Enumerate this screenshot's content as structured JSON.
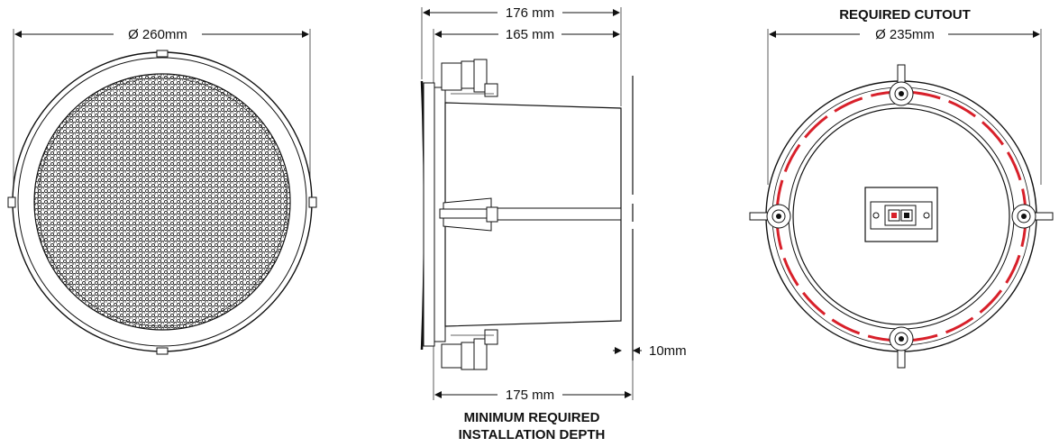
{
  "front_view": {
    "diameter_label": "Ø 260mm"
  },
  "side_view": {
    "overall_depth_label": "176 mm",
    "body_depth_label": "165 mm",
    "min_depth_label": "175 mm",
    "clearance_label": "10mm",
    "caption_line1": "MINIMUM REQUIRED",
    "caption_line2": "INSTALLATION DEPTH"
  },
  "rear_view": {
    "caption": "REQUIRED CUTOUT",
    "cutout_label": "Ø 235mm"
  },
  "colors": {
    "line": "#111111",
    "cutout": "#d8202a",
    "terminal_red": "#d8202a"
  }
}
